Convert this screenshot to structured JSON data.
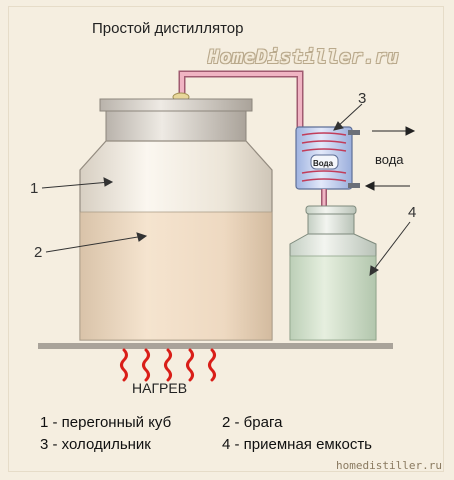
{
  "title": "Простой дистиллятор",
  "watermark": "HomeDistiller.ru",
  "site": "homedistiller.ru",
  "callouts": {
    "one": "1",
    "two": "2",
    "three": "3",
    "four": "4"
  },
  "water_label": "вода",
  "coil_label": "Вода",
  "heat_label": "НАГРЕВ",
  "legend": {
    "item1": "1 - перегонный куб",
    "item2": "2 - брага",
    "item3": "3 - холодильник",
    "item4": "4 - приемная емкость"
  },
  "colors": {
    "background": "#f5eee0",
    "still_body": "#f1e9da",
    "mash": "#ecd7bf",
    "pipe": "#e08aa0",
    "flame": "#d91e18",
    "receiver_liquid": "#d5e3cf",
    "cooler": "#b7c8ee"
  }
}
